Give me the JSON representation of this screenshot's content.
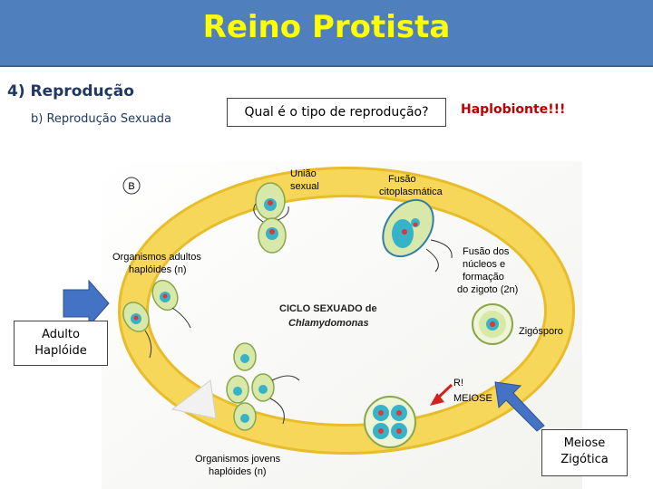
{
  "slide": {
    "title": "Reino Protista",
    "heading": "4)  Reprodução",
    "subheading": "b) Reprodução Sexuada",
    "question": "Qual é o tipo de reprodução?",
    "answer": "Haplobionte!!!",
    "callout_adult": [
      "Adulto",
      "Haplóide"
    ],
    "callout_meiosis": [
      "Meiose",
      "Zigótica"
    ]
  },
  "diagram": {
    "panel_letter": "B",
    "center_title": "CICLO SEXUADO de",
    "center_species": "Chlamydomonas",
    "labels": {
      "uniao": [
        "União",
        "sexual"
      ],
      "fusao_cito": [
        "Fusão",
        "citoplasmática"
      ],
      "fusao_nucleos": [
        "Fusão dos",
        "núcleos e",
        "formação",
        "do zigoto (2n)"
      ],
      "zigosporo": "Zigósporo",
      "ri": "R!",
      "meiose": "MEIOSE",
      "adultos": [
        "Organismos adultos",
        "haplóides (n)"
      ],
      "jovens": [
        "Organismos jovens",
        "haplóides (n)"
      ]
    }
  },
  "colors": {
    "banner": "#4f7fbd",
    "title": "#ffff00",
    "ring": "#f5d04a",
    "arrow_blue": "#4472c4",
    "answer": "#c00000"
  }
}
